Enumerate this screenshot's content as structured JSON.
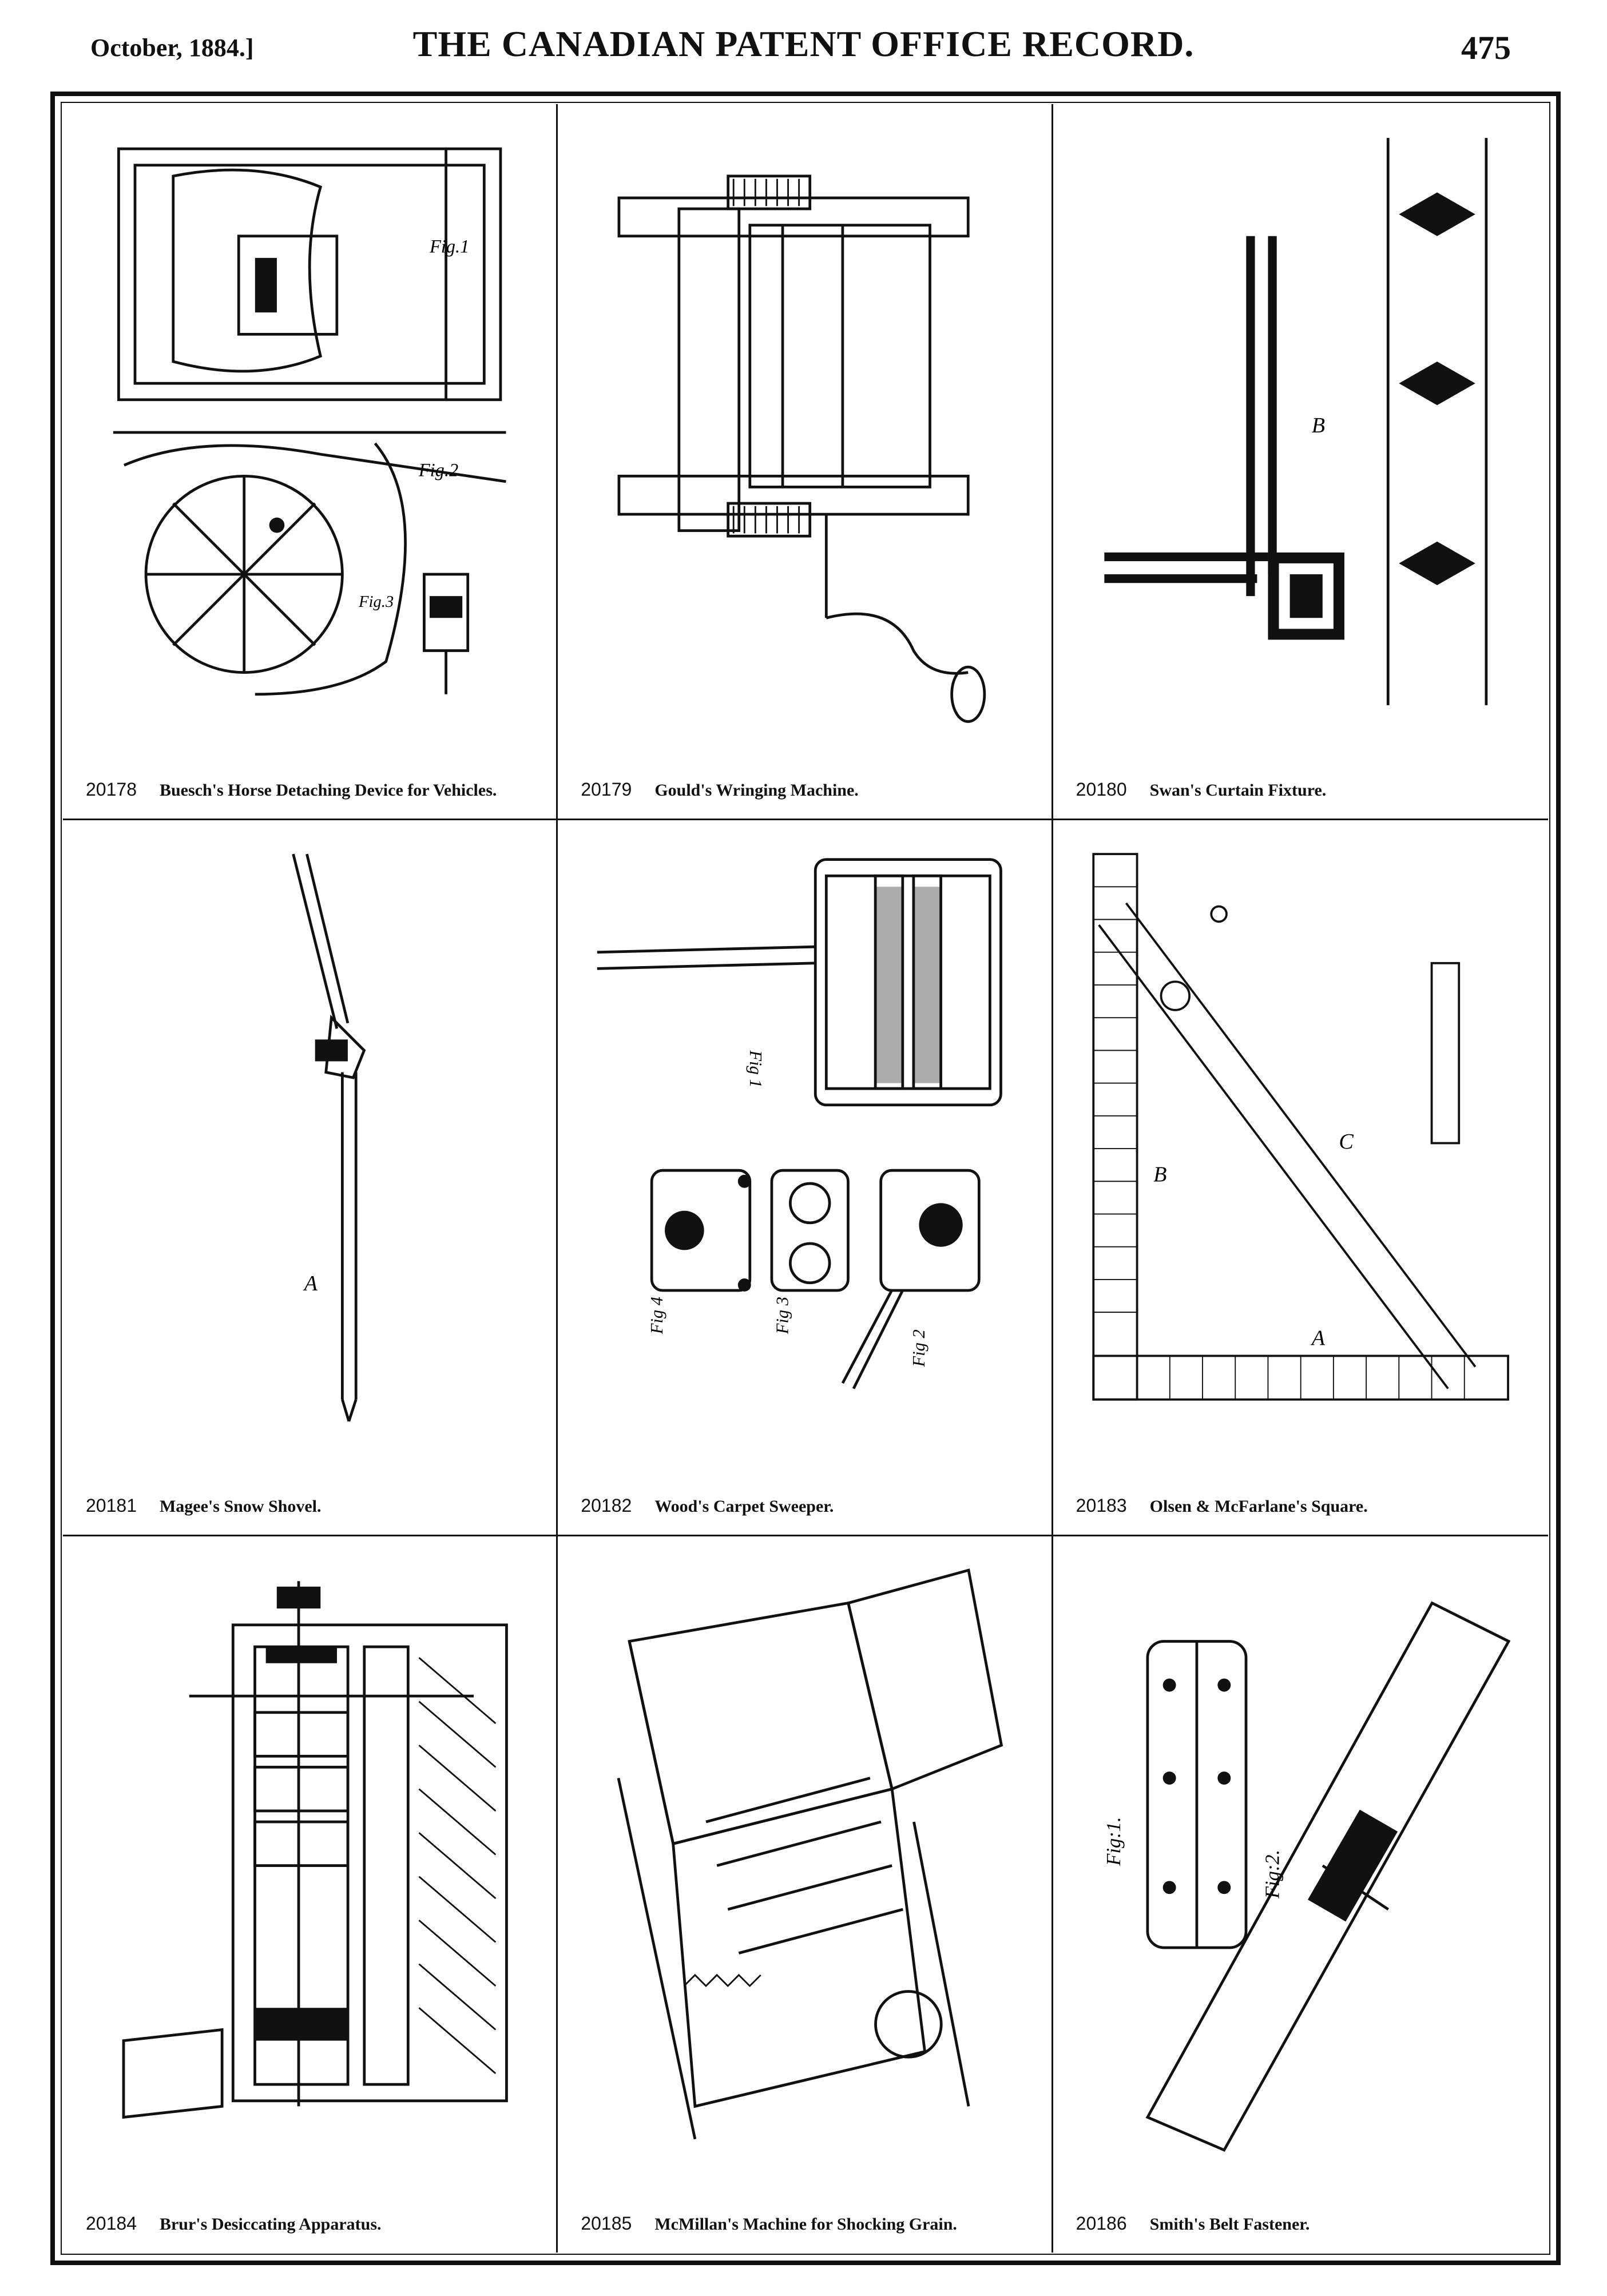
{
  "header": {
    "date": "October, 1884.]",
    "title": "THE CANADIAN PATENT OFFICE RECORD.",
    "page": "475"
  },
  "patents": [
    {
      "number": "20178",
      "title": "Buesch's Horse Detaching Device for Vehicles."
    },
    {
      "number": "20179",
      "title": "Gould's Wringing Machine."
    },
    {
      "number": "20180",
      "title": "Swan's Curtain Fixture."
    },
    {
      "number": "20181",
      "title": "Magee's Snow Shovel."
    },
    {
      "number": "20182",
      "title": "Wood's Carpet Sweeper."
    },
    {
      "number": "20183",
      "title": "Olsen & McFarlane's Square."
    },
    {
      "number": "20184",
      "title": "Brur's Desiccating Apparatus."
    },
    {
      "number": "20185",
      "title": "McMillan's Machine for Shocking Grain."
    },
    {
      "number": "20186",
      "title": "Smith's Belt Fastener."
    }
  ]
}
